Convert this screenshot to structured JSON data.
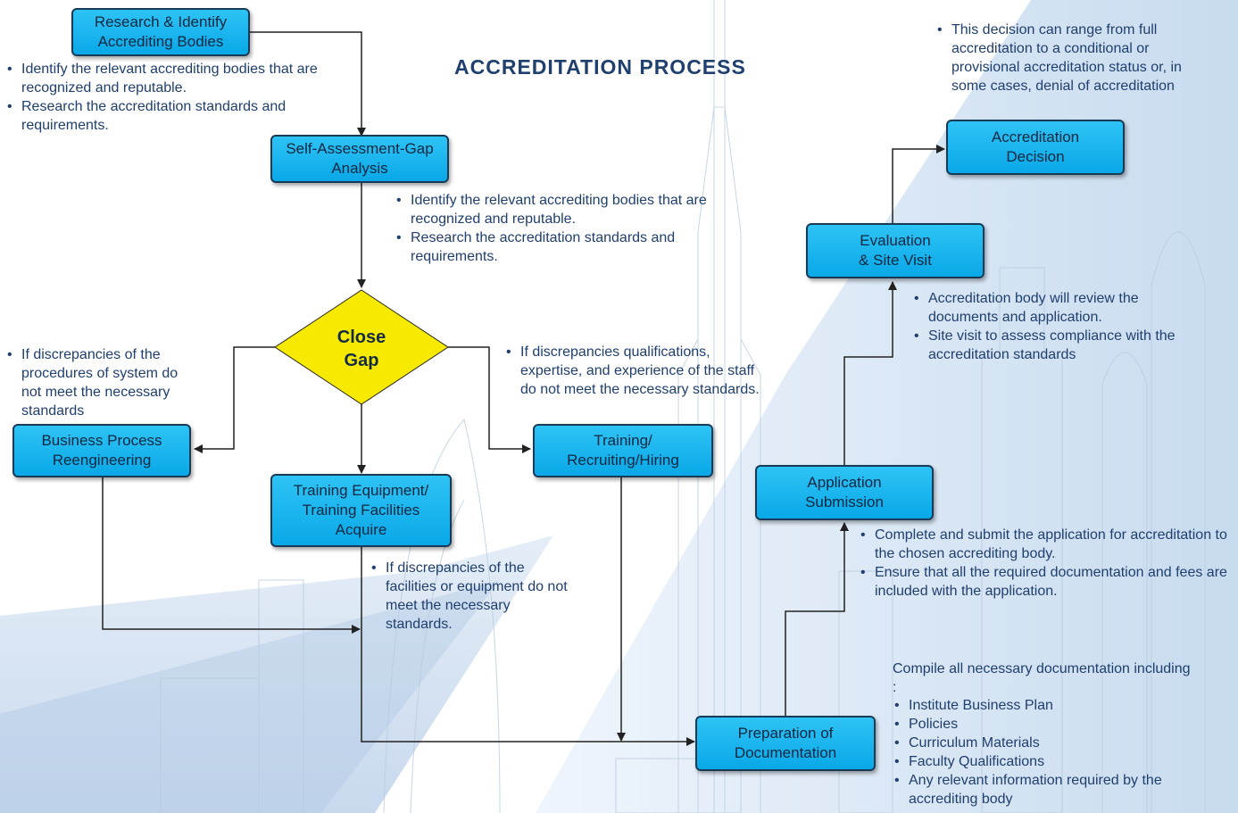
{
  "title": "ACCREDITATION PROCESS",
  "colors": {
    "box_fill": "#0fb1ee",
    "box_border": "#173a57",
    "decision_fill": "#f7ea00",
    "text": "#1f3f6e",
    "connector": "#222222"
  },
  "boxes": {
    "research": {
      "lines": [
        "Research & Identify",
        "Accrediting Bodies"
      ]
    },
    "self_assessment": {
      "lines": [
        "Self-Assessment-Gap",
        "Analysis"
      ]
    },
    "bpr": {
      "lines": [
        "Business Process",
        "Reengineering"
      ]
    },
    "equipment": {
      "lines": [
        "Training Equipment/",
        "Training Facilities",
        "Acquire"
      ]
    },
    "training": {
      "lines": [
        "Training/",
        "Recruiting/Hiring"
      ]
    },
    "preparation": {
      "lines": [
        "Preparation of",
        "Documentation"
      ]
    },
    "application": {
      "lines": [
        "Application",
        "Submission"
      ]
    },
    "evaluation": {
      "lines": [
        "Evaluation",
        "& Site Visit"
      ]
    },
    "decision": {
      "lines": [
        "Accreditation",
        "Decision"
      ]
    }
  },
  "decision_node": {
    "lines": [
      "Close",
      "Gap"
    ]
  },
  "notes": {
    "research": [
      "Identify the relevant accrediting bodies that are recognized and reputable.",
      "Research the accreditation standards and requirements."
    ],
    "self_assessment": [
      "Identify the relevant accrediting bodies that are recognized and reputable.",
      "Research the accreditation standards and requirements."
    ],
    "bpr": [
      "If discrepancies of the procedures of system do not meet the necessary standards"
    ],
    "training": [
      "If discrepancies qualifications, expertise, and experience of the staff do not meet the necessary standards."
    ],
    "equipment": [
      "If discrepancies of the facilities or equipment do not meet the necessary standards."
    ],
    "evaluation": [
      "Accreditation body will review the documents and application.",
      "Site visit to assess compliance with the accreditation standards"
    ],
    "decision": [
      "This decision can range from full accreditation to a conditional or provisional accreditation status or, in some cases, denial of accreditation"
    ],
    "application": [
      "Complete and submit the application for accreditation to the chosen accrediting body.",
      "Ensure that all the required documentation and fees are included with the application."
    ],
    "preparation_intro": "Compile all necessary documentation including :",
    "preparation": [
      "Institute Business Plan",
      "Policies",
      "Curriculum Materials",
      "Faculty Qualifications",
      "Any relevant information required by the accrediting body"
    ]
  }
}
